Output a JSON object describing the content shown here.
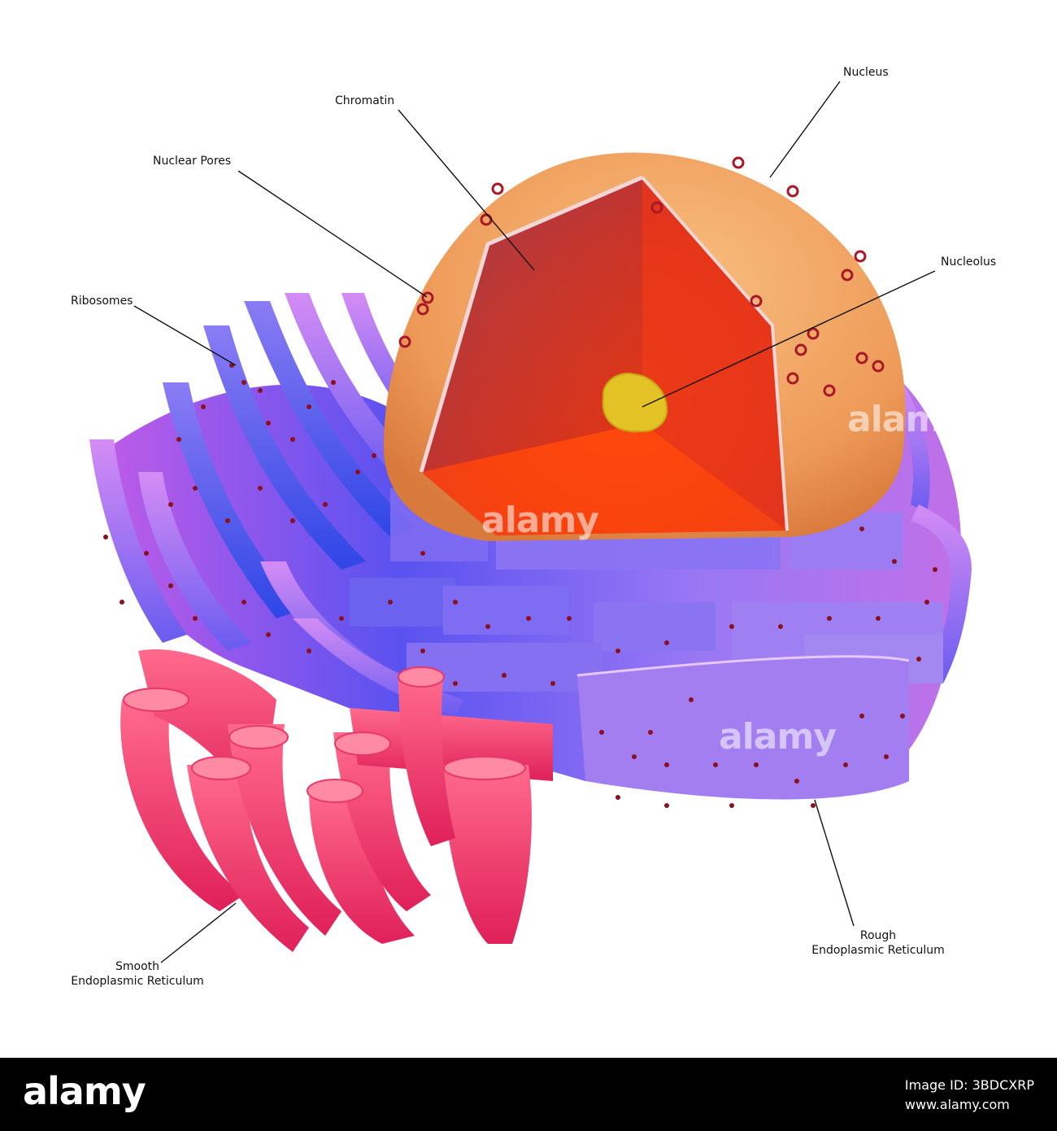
{
  "labels": {
    "nucleus": "Nucleus",
    "chromatin": "Chromatin",
    "nuclear_pores": "Nuclear Pores",
    "nucleolus": "Nucleolus",
    "ribosomes": "Ribosomes",
    "smooth_er_line1": "Smooth",
    "smooth_er_line2": "Endoplasmic Reticulum",
    "rough_er_line1": "Rough",
    "rough_er_line2": "Endoplasmic Reticulum"
  },
  "watermark": {
    "text": "alamy"
  },
  "footer": {
    "logo": "alamy",
    "image_id": "Image ID: 3BDCXRP",
    "site": "www.alamy.com"
  },
  "colors": {
    "nucleus_outer": "#f0a060",
    "chromatin_red": "#e83a10",
    "nucleolus": "#e0c020",
    "rough_er": "#8a6cf0",
    "rough_er_blue": "#3b4fe8",
    "smooth_er": "#f0306a",
    "ribosome": "#8a1020"
  }
}
